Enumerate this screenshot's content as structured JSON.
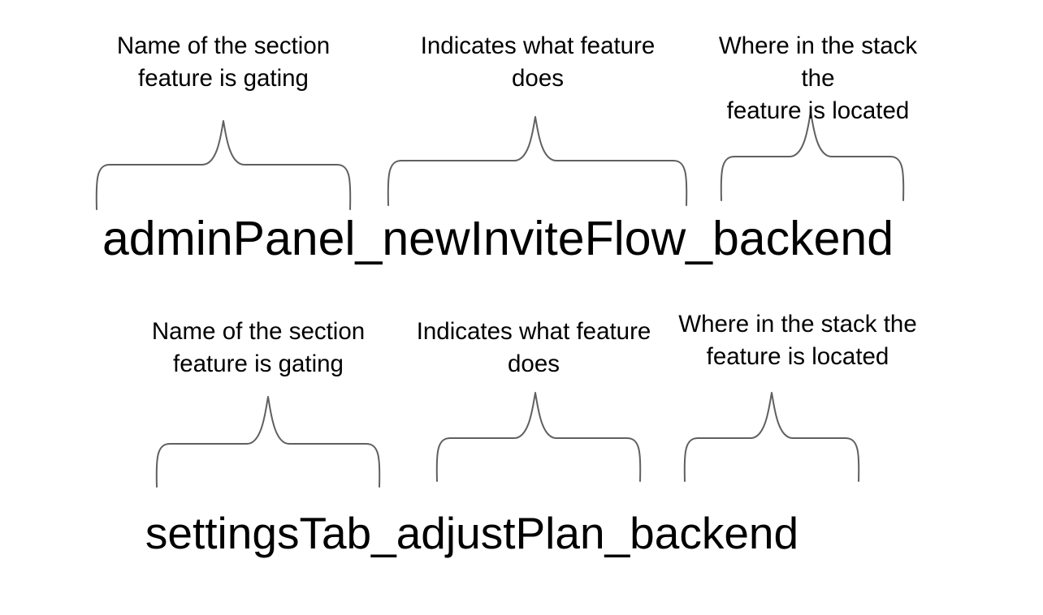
{
  "page": {
    "background": "#ffffff",
    "text_color": "#000000",
    "brace_color": "#606060"
  },
  "examples": [
    {
      "flag_name": "adminPanel_newInviteFlow_backend",
      "labels": [
        {
          "text": "Name of the section\nfeature is gating",
          "points_to_segment": "adminPanel"
        },
        {
          "text": "Indicates what feature\ndoes",
          "points_to_segment": "newInviteFlow"
        },
        {
          "text": "Where in the stack the\nfeature is located",
          "points_to_segment": "backend"
        }
      ]
    },
    {
      "flag_name": "settingsTab_adjustPlan_backend",
      "labels": [
        {
          "text": "Name of the section\nfeature is gating",
          "points_to_segment": "settingsTab"
        },
        {
          "text": "Indicates what feature\ndoes",
          "points_to_segment": "adjustPlan"
        },
        {
          "text": "Where in the stack the\nfeature is located",
          "points_to_segment": "backend"
        }
      ]
    }
  ]
}
